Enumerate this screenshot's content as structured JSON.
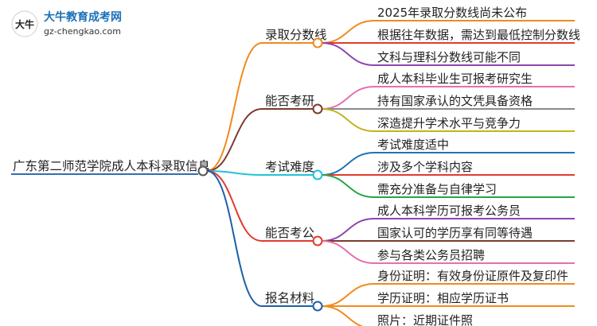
{
  "logo": {
    "site_name": "大牛教育成考网",
    "url": "gz-chengkao.com",
    "mark_text": "大牛"
  },
  "root": {
    "label": "广东第二师范学院成人本科录取信息",
    "color": "#2f6fb4"
  },
  "branches": [
    {
      "label": "录取分数线",
      "color": "#f08a1e",
      "leaves": [
        {
          "label": "2025年录取分数线尚未公布",
          "color": "#f08a1e"
        },
        {
          "label": "根据往年数据，需达到最低控制分数线",
          "color": "#e23b2e"
        },
        {
          "label": "文科与理科分数线可能不同",
          "color": "#8e44ad"
        }
      ]
    },
    {
      "label": "能否考研",
      "color": "#7a3b2e",
      "leaves": [
        {
          "label": "成人本科毕业生可报考研究生",
          "color": "#e56fb0"
        },
        {
          "label": "持有国家承认的文凭具备资格",
          "color": "#8a8a8a"
        },
        {
          "label": "深造提升学术水平与竞争力",
          "color": "#c7b21c"
        }
      ]
    },
    {
      "label": "考试难度",
      "color": "#22c3d6",
      "leaves": [
        {
          "label": "考试难度适中",
          "color": "#1e74b8"
        },
        {
          "label": "涉及多个学科内容",
          "color": "#e23b2e"
        },
        {
          "label": "需充分准备与自律学习",
          "color": "#27a545"
        }
      ]
    },
    {
      "label": "能否考公",
      "color": "#e23b2e",
      "leaves": [
        {
          "label": "成人本科学历可报考公务员",
          "color": "#8e44ad"
        },
        {
          "label": "国家认可的学历享有同等待遇",
          "color": "#7a3b2e"
        },
        {
          "label": "参与各类公务员招聘",
          "color": "#e56fb0"
        }
      ]
    },
    {
      "label": "报名材料",
      "color": "#1e5fa8",
      "leaves": [
        {
          "label": "身份证明：有效身份证原件及复印件",
          "color": "#f08a1e"
        },
        {
          "label": "学历证明：相应学历证书",
          "color": "#f08a1e"
        },
        {
          "label": "照片：近期证件照",
          "color": "#f08a1e"
        }
      ]
    }
  ]
}
